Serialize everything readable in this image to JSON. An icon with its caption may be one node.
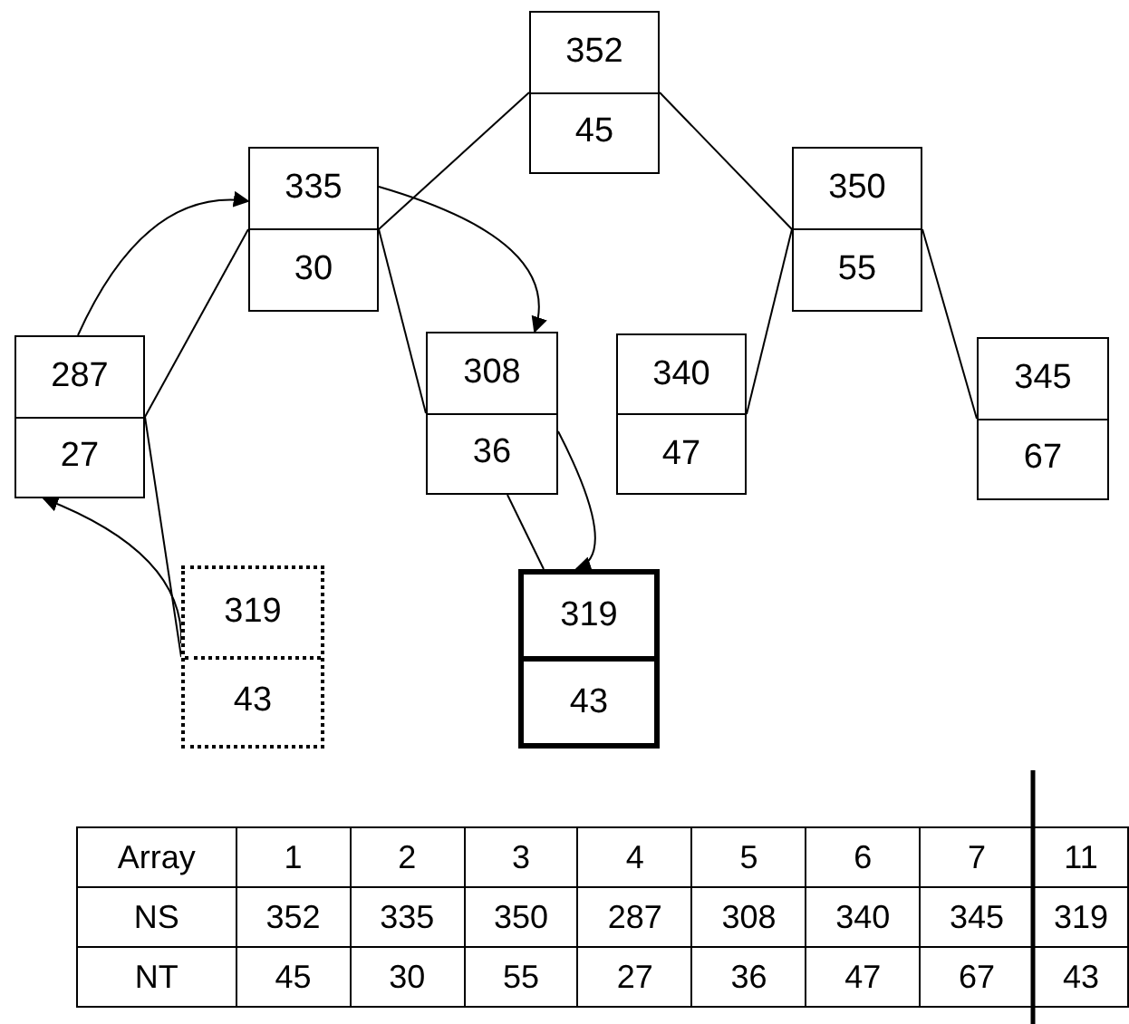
{
  "diagram": {
    "nodes": [
      {
        "text": [
          "352",
          "45"
        ]
      },
      {
        "text": [
          "335",
          "30"
        ]
      },
      {
        "text": [
          "350",
          "55"
        ]
      },
      {
        "text": [
          "287",
          "27"
        ]
      },
      {
        "text": [
          "308",
          "36"
        ]
      },
      {
        "text": [
          "340",
          "47"
        ]
      },
      {
        "text": [
          "345",
          "67"
        ]
      },
      {
        "text": [
          "319",
          "43"
        ]
      },
      {
        "text": [
          "319",
          "43"
        ]
      }
    ],
    "edges": [
      {
        "from": 0,
        "to": 1,
        "arrow": "none"
      },
      {
        "from": 0,
        "to": 2,
        "arrow": "none"
      },
      {
        "from": 1,
        "to": 3,
        "arrow": "none"
      },
      {
        "from": 1,
        "to": 4,
        "arrow": "none"
      },
      {
        "from": 2,
        "to": 5,
        "arrow": "none"
      },
      {
        "from": 2,
        "to": 6,
        "arrow": "none"
      },
      {
        "from": 3,
        "to": 7,
        "arrow": "none"
      },
      {
        "from": 4,
        "to": 8,
        "arrow": "none"
      },
      {
        "from": 7,
        "to": 3,
        "arrow": "to"
      },
      {
        "from": 3,
        "to": 1,
        "arrow": "to"
      },
      {
        "from": 1,
        "to": 4,
        "arrow": "to"
      },
      {
        "from": 4,
        "to": 8,
        "arrow": "to"
      }
    ],
    "labels": [
      "Array",
      "1",
      "2",
      "3",
      "4",
      "5",
      "6",
      "7",
      "11",
      "NS",
      "352",
      "335",
      "350",
      "287",
      "308",
      "340",
      "345",
      "319",
      "NT",
      "45",
      "30",
      "55",
      "27",
      "36",
      "47",
      "67",
      "43"
    ]
  }
}
